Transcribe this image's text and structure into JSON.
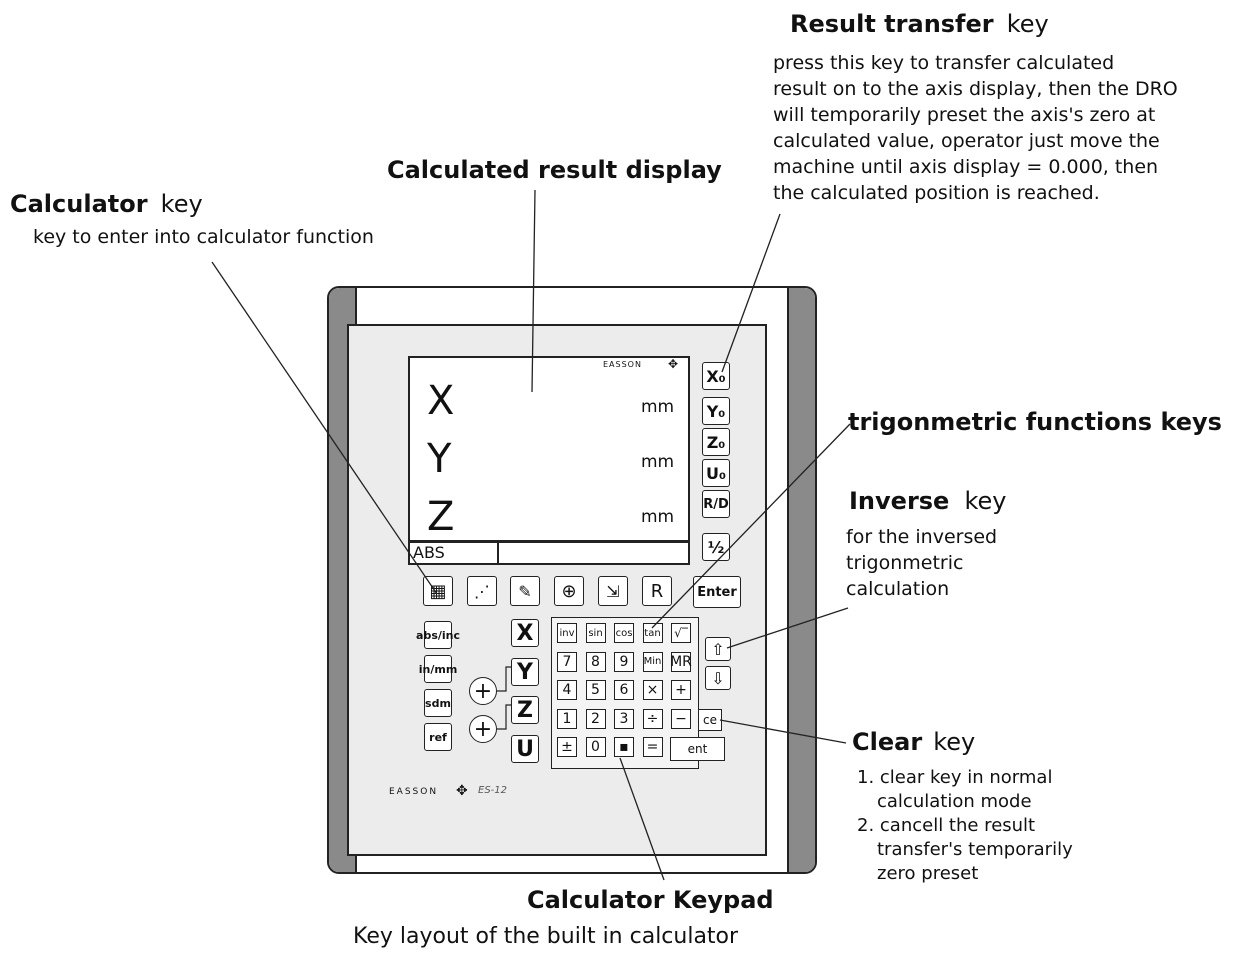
{
  "labels": {
    "result_transfer_title": "Result transfer",
    "result_transfer_key": "key",
    "result_transfer_desc": [
      "press this key to transfer calculated",
      "result on to the axis display, then the DRO",
      "will temporarily preset the axis's zero at",
      "calculated value, operator just move the",
      "machine until axis display = 0.000, then",
      "the calculated position is reached."
    ],
    "calc_result_display": "Calculated result display",
    "calculator_title": "Calculator",
    "calculator_key": "key",
    "calculator_desc": "key to enter into calculator function",
    "trig_keys": "trigonmetric functions keys",
    "inverse_title": "Inverse",
    "inverse_key": "key",
    "inverse_desc": [
      "for the inversed",
      "trigonmetric",
      "calculation"
    ],
    "clear_title": "Clear",
    "clear_key": "key",
    "clear_desc": [
      "1. clear key in normal",
      "calculation mode",
      "2. cancell the result",
      "transfer's temporarily",
      "zero preset"
    ],
    "calculator_keypad": "Calculator Keypad",
    "caption": "Key layout of the built in calculator"
  },
  "device": {
    "brand": "EASSON",
    "model": "ES-12",
    "axes": [
      "X",
      "Y",
      "Z"
    ],
    "unit": "mm",
    "status_mode": "ABS",
    "side_keys": [
      "X₀",
      "Y₀",
      "Z₀",
      "U₀",
      "R/D",
      "½"
    ],
    "enter_key": "Enter",
    "r_key": "R",
    "mode_keys": [
      "abs/inc",
      "in/mm",
      "sdm",
      "ref"
    ],
    "axis_keys": [
      "X",
      "Y",
      "Z",
      "U"
    ],
    "keypad_rows": [
      [
        "inv",
        "sin",
        "cos",
        "tan",
        "√‾"
      ],
      [
        "7",
        "8",
        "9",
        "Min",
        "MR"
      ],
      [
        "4",
        "5",
        "6",
        "×",
        "+"
      ],
      [
        "1",
        "2",
        "3",
        "÷",
        "−"
      ],
      [
        "±",
        "0",
        "▪",
        "="
      ]
    ],
    "ce_key": "ce",
    "ent_key": "ent"
  }
}
